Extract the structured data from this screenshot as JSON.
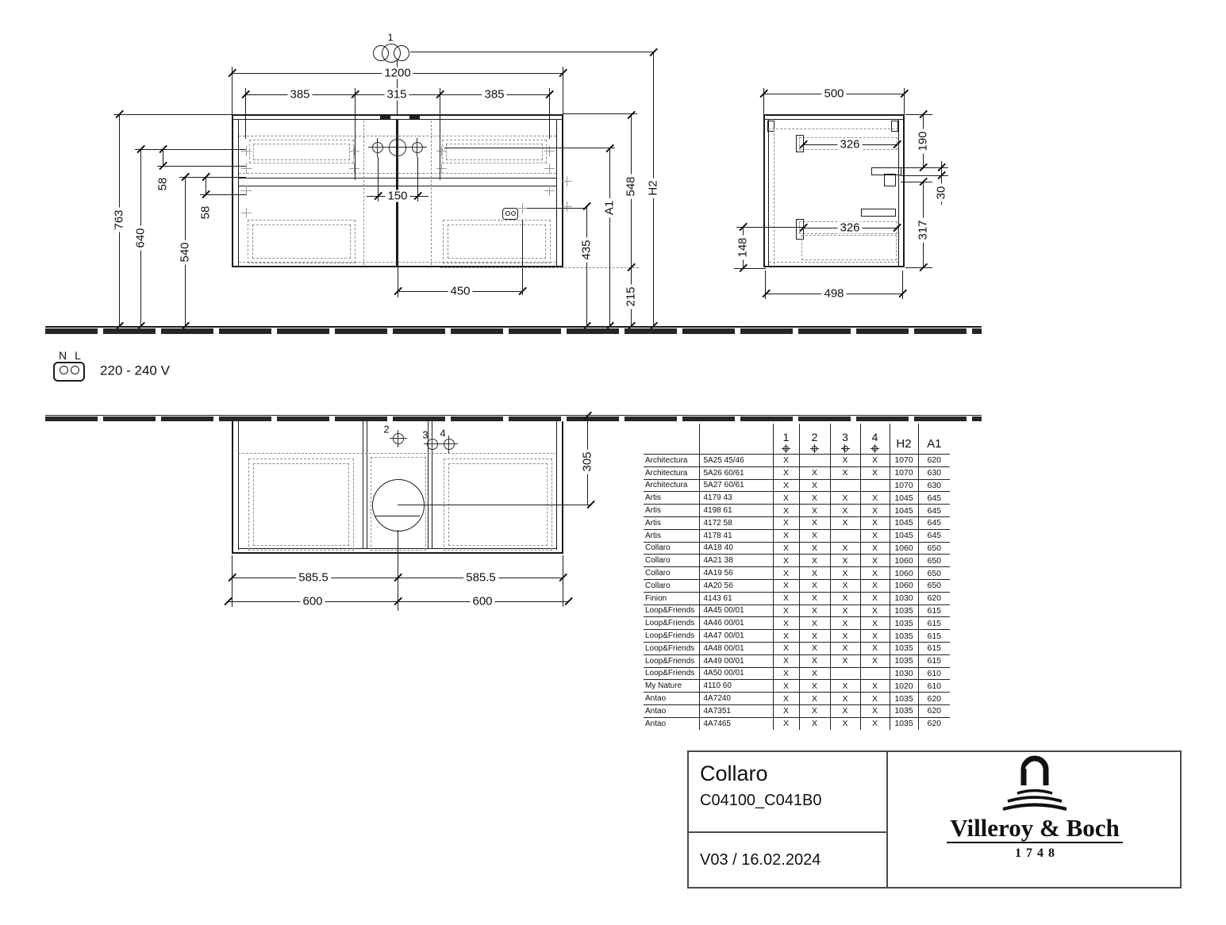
{
  "front": {
    "marker": "1",
    "width_total": "1200",
    "seg_left": "385",
    "seg_mid": "315",
    "seg_right": "385",
    "tap_spacing": "150",
    "socket_offset": "450",
    "h_total": "763",
    "h_mid": "640",
    "h_low": "540",
    "gap_a": "58",
    "gap_b": "58",
    "socket_height": "435",
    "bottom_clearance": "215",
    "body_height": "548",
    "a1": "A1",
    "h2": "H2"
  },
  "side": {
    "depth_top": "500",
    "rail_upper": "326",
    "rail_lower": "326",
    "r_190": "190",
    "r_30": "30",
    "r_317": "317",
    "l_148": "148",
    "depth_bottom": "498"
  },
  "plan": {
    "m2": "2",
    "m3": "3",
    "m4": "4",
    "drain_offset": "305",
    "half_left": "585.5",
    "half_right": "585.5",
    "ct_left": "600",
    "ct_right": "600"
  },
  "power": {
    "n": "N",
    "l": "L",
    "voltage": "220 - 240 V"
  },
  "table": {
    "headers": [
      "1",
      "2",
      "3",
      "4",
      "H2",
      "A1"
    ],
    "rows": [
      [
        "Architectura",
        "5A25 45/46",
        "X",
        "",
        "X",
        "X",
        "1070",
        "620"
      ],
      [
        "Architectura",
        "5A26 60/61",
        "X",
        "X",
        "X",
        "X",
        "1070",
        "630"
      ],
      [
        "Architectura",
        "5A27 60/61",
        "X",
        "X",
        "",
        "",
        "1070",
        "630"
      ],
      [
        "Artis",
        "4179 43",
        "X",
        "X",
        "X",
        "X",
        "1045",
        "645"
      ],
      [
        "Artis",
        "4198 61",
        "X",
        "X",
        "X",
        "X",
        "1045",
        "645"
      ],
      [
        "Artis",
        "4172 58",
        "X",
        "X",
        "X",
        "X",
        "1045",
        "645"
      ],
      [
        "Artis",
        "4178 41",
        "X",
        "X",
        "",
        "X",
        "1045",
        "645"
      ],
      [
        "Collaro",
        "4A18 40",
        "X",
        "X",
        "X",
        "X",
        "1060",
        "650"
      ],
      [
        "Collaro",
        "4A21 38",
        "X",
        "X",
        "X",
        "X",
        "1060",
        "650"
      ],
      [
        "Collaro",
        "4A19 56",
        "X",
        "X",
        "X",
        "X",
        "1060",
        "650"
      ],
      [
        "Collaro",
        "4A20 56",
        "X",
        "X",
        "X",
        "X",
        "1060",
        "650"
      ],
      [
        "Finion",
        "4143 61",
        "X",
        "X",
        "X",
        "X",
        "1030",
        "620"
      ],
      [
        "Loop&Friends",
        "4A45 00/01",
        "X",
        "X",
        "X",
        "X",
        "1035",
        "615"
      ],
      [
        "Loop&Friends",
        "4A46 00/01",
        "X",
        "X",
        "X",
        "X",
        "1035",
        "615"
      ],
      [
        "Loop&Friends",
        "4A47 00/01",
        "X",
        "X",
        "X",
        "X",
        "1035",
        "615"
      ],
      [
        "Loop&Friends",
        "4A48 00/01",
        "X",
        "X",
        "X",
        "X",
        "1035",
        "615"
      ],
      [
        "Loop&Friends",
        "4A49 00/01",
        "X",
        "X",
        "X",
        "X",
        "1035",
        "615"
      ],
      [
        "Loop&Friends",
        "4A50 00/01",
        "X",
        "X",
        "",
        "",
        "1030",
        "610"
      ],
      [
        "My Nature",
        "4110 60",
        "X",
        "X",
        "X",
        "X",
        "1020",
        "610"
      ],
      [
        "Antao",
        "4A7240",
        "X",
        "X",
        "X",
        "X",
        "1035",
        "620"
      ],
      [
        "Antao",
        "4A7351",
        "X",
        "X",
        "X",
        "X",
        "1035",
        "620"
      ],
      [
        "Antao",
        "4A7465",
        "X",
        "X",
        "X",
        "X",
        "1035",
        "620"
      ]
    ]
  },
  "title_block": {
    "series": "Collaro",
    "article": "C04100_C041B0",
    "version": "V03 / 16.02.2024",
    "brand": "Villeroy & Boch",
    "since": "1748"
  }
}
